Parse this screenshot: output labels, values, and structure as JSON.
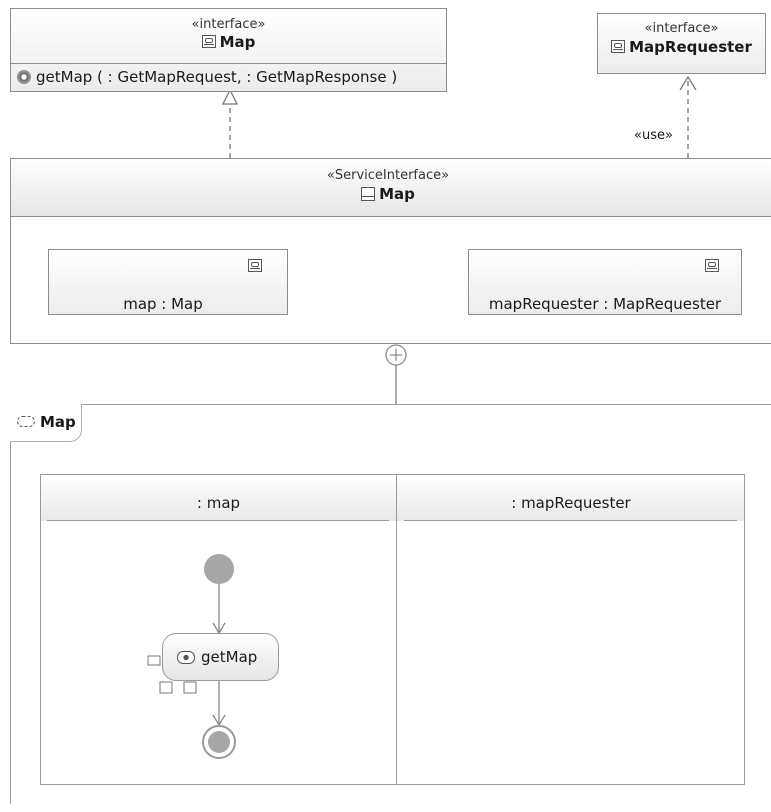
{
  "map_interface": {
    "stereotype": "«interface»",
    "name": "Map",
    "operation": "getMap ( : GetMapRequest,  : GetMapResponse )"
  },
  "map_requester_interface": {
    "stereotype": "«interface»",
    "name": "MapRequester"
  },
  "use_label": "«use»",
  "service_interface": {
    "stereotype": "«ServiceInterface»",
    "name": "Map",
    "parts": [
      {
        "label": "map : Map"
      },
      {
        "label": "mapRequester : MapRequester"
      }
    ]
  },
  "activity": {
    "name": "Map",
    "lanes": [
      {
        "label": ": map"
      },
      {
        "label": ": mapRequester"
      }
    ],
    "action": {
      "label": "getMap"
    }
  }
}
